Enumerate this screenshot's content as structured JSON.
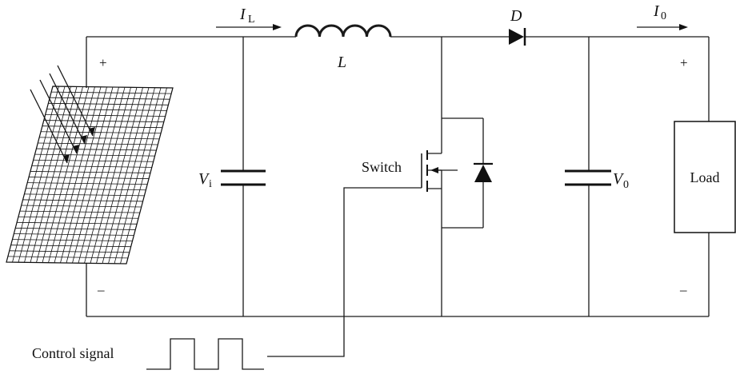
{
  "diagram": {
    "source": {
      "plus_sign": "+",
      "minus_sign": "–"
    },
    "input_current": {
      "symbol": "I",
      "subscript": "L"
    },
    "inductor": {
      "symbol": "L"
    },
    "diode": {
      "symbol": "D"
    },
    "output_current": {
      "symbol": "I",
      "subscript": "0"
    },
    "input_capacitor": {
      "symbol": "V",
      "subscript": "i"
    },
    "switch": {
      "label": "Switch"
    },
    "output_capacitor": {
      "symbol": "V",
      "subscript": "0"
    },
    "load": {
      "label": "Load",
      "plus_sign": "+",
      "minus_sign": "–"
    },
    "control": {
      "label": "Control signal"
    }
  },
  "colors": {
    "line": "#1a1a1a",
    "background": "#ffffff"
  }
}
